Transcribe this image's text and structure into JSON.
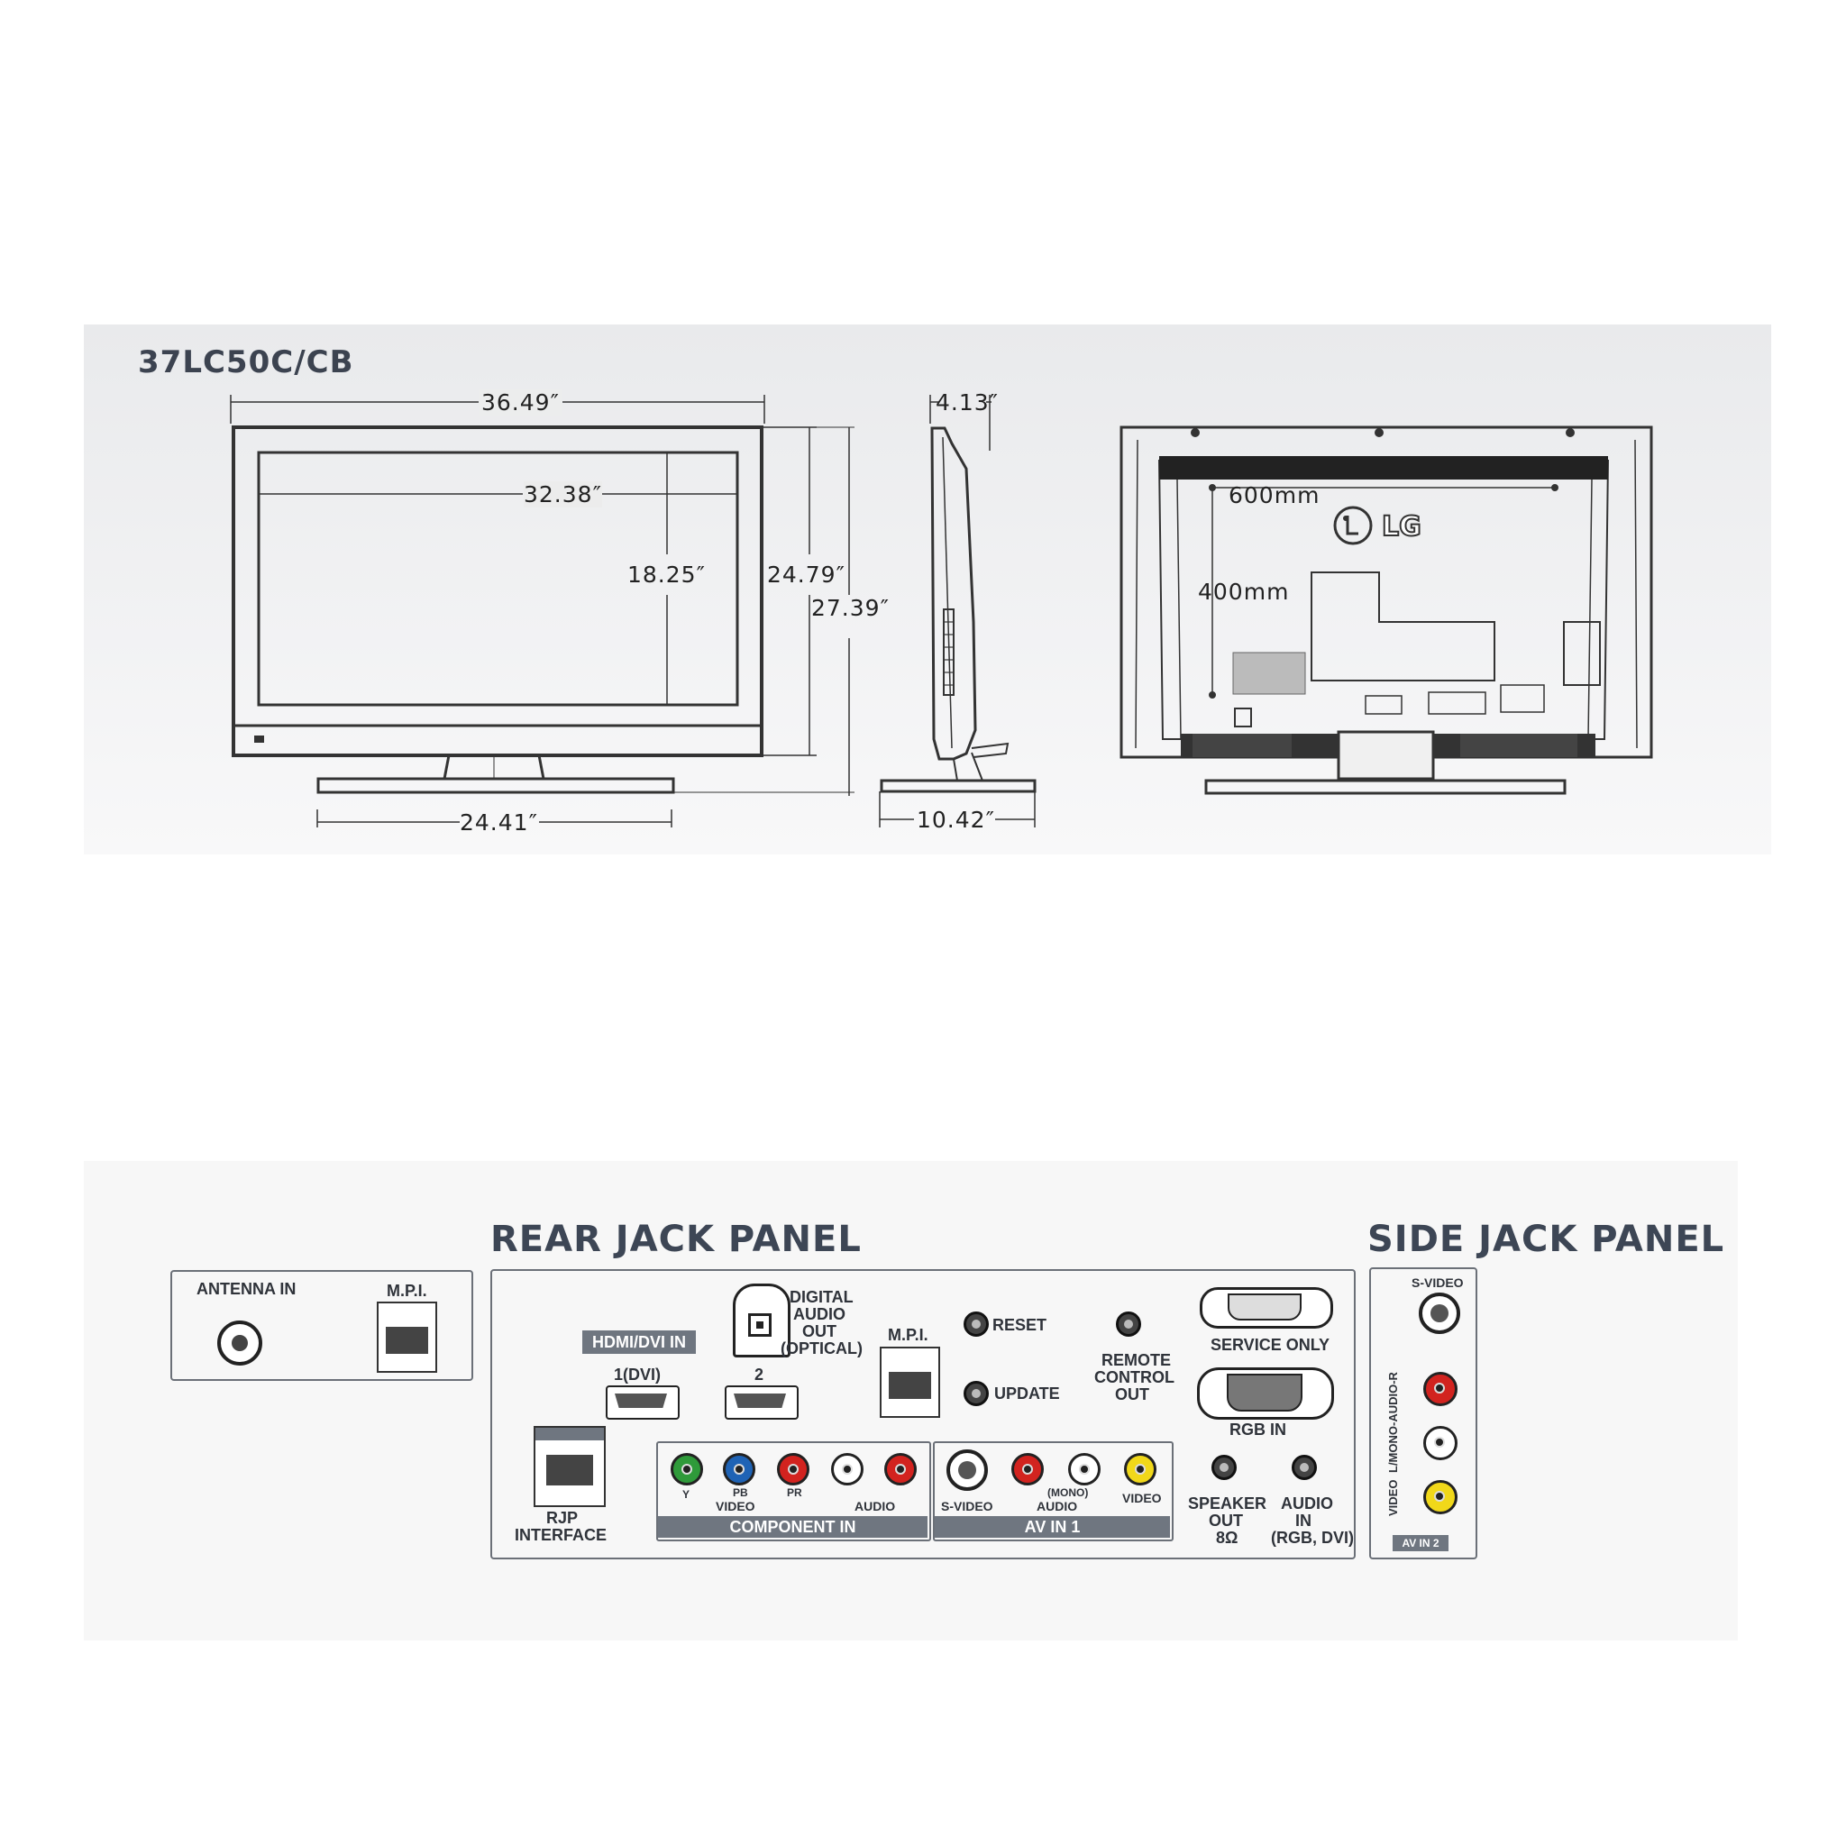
{
  "dimensions": {
    "model": "37LC50C/CB",
    "width_overall": "36.49″",
    "screen_width": "32.38″",
    "screen_height": "18.25″",
    "height_no_stand": "24.79″",
    "height_with_stand": "27.39″",
    "stand_width": "24.41″",
    "depth_no_stand": "4.13″",
    "stand_depth": "10.42″",
    "vesa_horizontal": "600mm",
    "vesa_vertical": "400mm",
    "brand": "LG"
  },
  "rear_panel": {
    "heading": "REAR JACK PANEL",
    "antenna_in": "ANTENNA IN",
    "mpi_left": "M.P.I.",
    "hdmi_tag": "HDMI/DVI IN",
    "hdmi_1": "1(DVI)",
    "hdmi_2": "2",
    "digital_audio_1": "DIGITAL",
    "digital_audio_2": "AUDIO",
    "digital_audio_3": "OUT",
    "digital_audio_4": "(OPTICAL)",
    "mpi": "M.P.I.",
    "reset": "RESET",
    "update": "UPDATE",
    "remote_1": "REMOTE",
    "remote_2": "CONTROL",
    "remote_3": "OUT",
    "service_only": "SERVICE ONLY",
    "rgb_in": "RGB IN",
    "rjp_1": "RJP",
    "rjp_2": "INTERFACE",
    "comp_y": "Y",
    "comp_pb": "PB",
    "comp_pr": "PR",
    "comp_video": "VIDEO",
    "comp_audio": "AUDIO",
    "component_in": "COMPONENT IN",
    "av_svideo": "S-VIDEO",
    "av_mono": "(MONO)",
    "av_audio": "AUDIO",
    "av_video": "VIDEO",
    "av_in_1": "AV IN 1",
    "speaker_1": "SPEAKER",
    "speaker_2": "OUT",
    "speaker_3": "8Ω",
    "audio_in_1": "AUDIO",
    "audio_in_2": "IN",
    "audio_in_3": "(RGB, DVI)"
  },
  "side_panel": {
    "heading": "SIDE JACK PANEL",
    "svideo": "S-VIDEO",
    "audio_vertical": "L/MONO-AUDIO-R",
    "video_vertical": "VIDEO",
    "av_in_2": "AV IN 2"
  },
  "colors": {
    "jack_green": "#2f9a3a",
    "jack_blue": "#1f63b5",
    "jack_red": "#d2231f",
    "jack_white": "#ffffff",
    "jack_yellow": "#f1d81a",
    "tag_gray": "#6f7680",
    "heading": "#3d4655"
  }
}
